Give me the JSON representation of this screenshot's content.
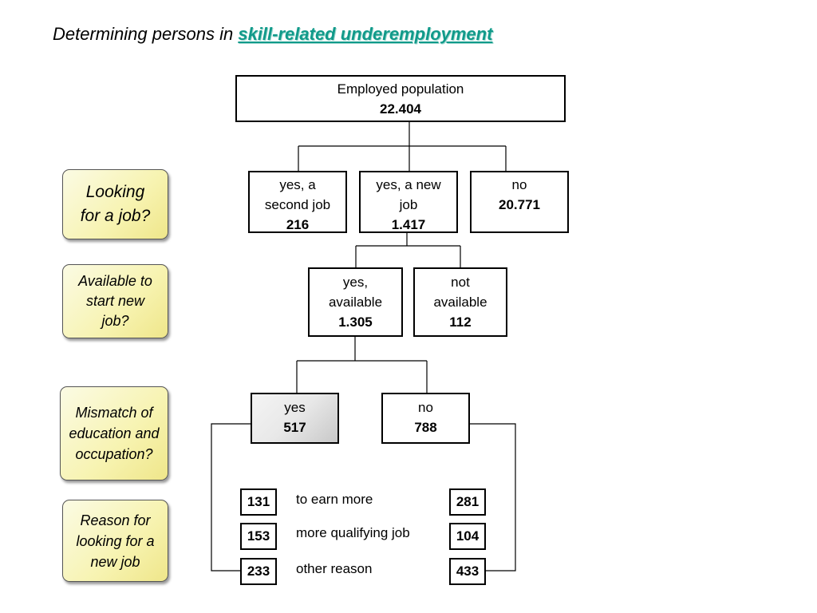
{
  "title": {
    "prefix": "Determining persons in ",
    "highlight": "skill-related underemployment"
  },
  "questions": {
    "q1": "Looking for a job?",
    "q2": "Available to start new job?",
    "q3": "Mismatch of education and occupation?",
    "q4": "Reason for looking for a new job"
  },
  "nodes": {
    "employed": {
      "label": "Employed population",
      "value": "22.404"
    },
    "second_job": {
      "label": "yes, a second job",
      "value": "216"
    },
    "new_job": {
      "label": "yes, a new job",
      "value": "1.417"
    },
    "no_job": {
      "label": "no",
      "value": "20.771"
    },
    "available": {
      "label": "yes, available",
      "value": "1.305"
    },
    "not_available": {
      "label": "not available",
      "value": "112"
    },
    "mismatch_yes": {
      "label": "yes",
      "value": "517"
    },
    "mismatch_no": {
      "label": "no",
      "value": "788"
    }
  },
  "reasons": [
    {
      "label": "to earn more",
      "yes": "131",
      "no": "281"
    },
    {
      "label": "more qualifying job",
      "yes": "153",
      "no": "104"
    },
    {
      "label": "other reason",
      "yes": "233",
      "no": "433"
    }
  ]
}
